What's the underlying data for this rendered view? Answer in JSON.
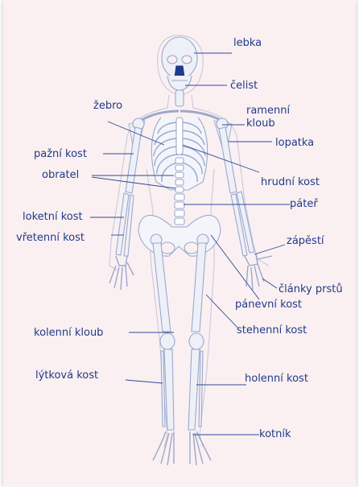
{
  "diagram": {
    "labels": {
      "lebka": "lebka",
      "celist": "čelist",
      "zebro": "žebro",
      "ramenni_kloub_1": "ramenní",
      "ramenni_kloub_2": "kloub",
      "lopatka": "lopatka",
      "pazni_kost": "pažní kost",
      "obratel": "obratel",
      "hrudni_kost": "hrudní kost",
      "pater": "páteř",
      "loketni_kost": "loketní kost",
      "vretenni_kost": "vřetenní kost",
      "zapesti": "zápěstí",
      "clanky_prstu": "články prstů",
      "panevni_kost": "pánevní kost",
      "kolenni_kloub": "kolenní kloub",
      "stehenni_kost": "stehenní kost",
      "lytkova_kost": "lýtková kost",
      "holenni_kost": "holenní kost",
      "kotnik": "kotník"
    },
    "colors": {
      "background": "#fbf0f1",
      "label_text": "#1f3a8a",
      "leader_line": "#2b4a9a",
      "bone_outline": "#9aa8cc",
      "bone_fill": "#eef0f8",
      "body_outline": "#c9cce0"
    }
  }
}
